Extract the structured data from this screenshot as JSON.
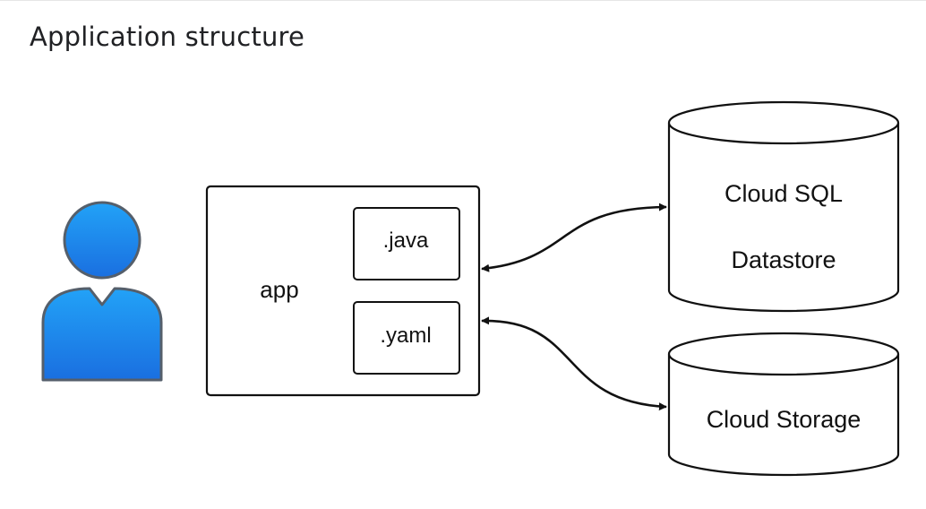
{
  "title": "Application structure",
  "diagram": {
    "user_icon": "person-icon",
    "app": {
      "label": "app",
      "files": [
        ".java",
        ".yaml"
      ]
    },
    "databases": {
      "sql_datastore": {
        "line1": "Cloud SQL",
        "line2": "Datastore"
      },
      "storage": {
        "label": "Cloud Storage"
      }
    },
    "connections": [
      {
        "from": "app",
        "to": "Cloud SQL / Datastore",
        "direction": "bidirectional"
      },
      {
        "from": "app",
        "to": "Cloud Storage",
        "direction": "bidirectional"
      }
    ]
  },
  "colors": {
    "user_icon_top": "#1e90f0",
    "user_icon_bottom": "#1a6fe0",
    "user_icon_outline": "#555f6b",
    "stroke": "#111111"
  }
}
